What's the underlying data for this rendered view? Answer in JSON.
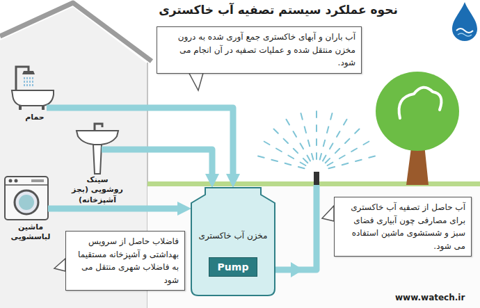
{
  "diagram": {
    "title": "نحوه عملکرد سیستم تصفیه آب خاکستری",
    "nodes": [
      {
        "text": [
          "آب باران و آبهای خاکستری جمع آوری شده به درون مخزن منتقل شده و عملیات تصفیه در آن انجام می شود."
        ]
      },
      {
        "text": [
          "حمام"
        ]
      },
      {
        "text": [
          "سینک روشویی (بجز آشپزخانه)"
        ]
      },
      {
        "text": [
          "ماشین لباسشویی"
        ]
      },
      {
        "text": [
          "فاضلاب حاصل از سرویس بهداشتی و آشپزخانه مستقیما به فاضلاب شهری منتقل می شود"
        ]
      },
      {
        "text": [
          "مخزن آب خاکستری"
        ]
      },
      {
        "text": [
          "Pump"
        ],
        "in": 5
      },
      {
        "text": [
          "آب حاصل از تصفیه آب خاکستری برای مصارفی چون آبیاری فضای سبز و شستشوی ماشین استفاده می شود."
        ]
      }
    ],
    "edges": [
      {
        "from": 1,
        "to": 5,
        "arrow": "to"
      },
      {
        "from": 2,
        "to": 5,
        "arrow": "to"
      },
      {
        "from": 3,
        "to": 5,
        "arrow": "to"
      }
    ],
    "labels": [
      "www.watech.ir"
    ]
  }
}
